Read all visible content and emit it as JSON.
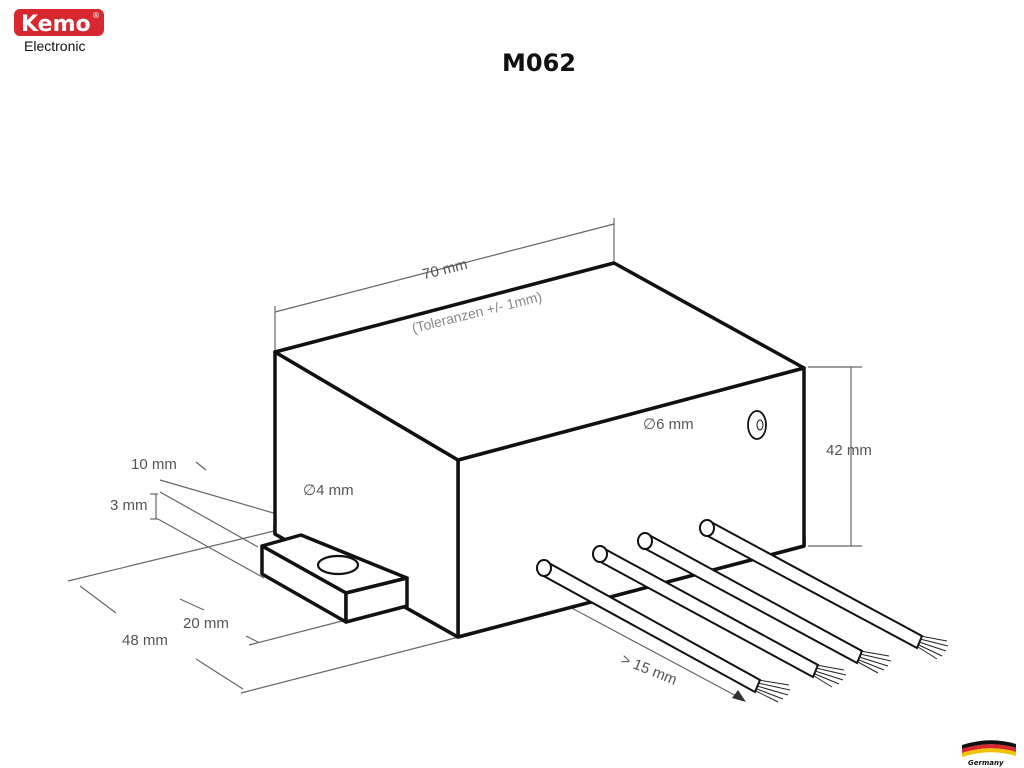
{
  "logo": {
    "brand": "Kemo",
    "registered": "®",
    "subtitle": "Electronic",
    "color": "#d7282f"
  },
  "title": "M062",
  "dimensions": {
    "length": "70 mm",
    "tolerance": "(Toleranzen +/- 1mm)",
    "height": "42 mm",
    "hole_front": "6 mm",
    "hole_tab": "4 mm",
    "tab_width": "10 mm",
    "tab_thickness": "3 mm",
    "tab_length": "20 mm",
    "depth": "48 mm",
    "wire_length": "> 15 mm"
  },
  "diameter_symbol": "∅",
  "footer": {
    "made_in": "Germany"
  }
}
